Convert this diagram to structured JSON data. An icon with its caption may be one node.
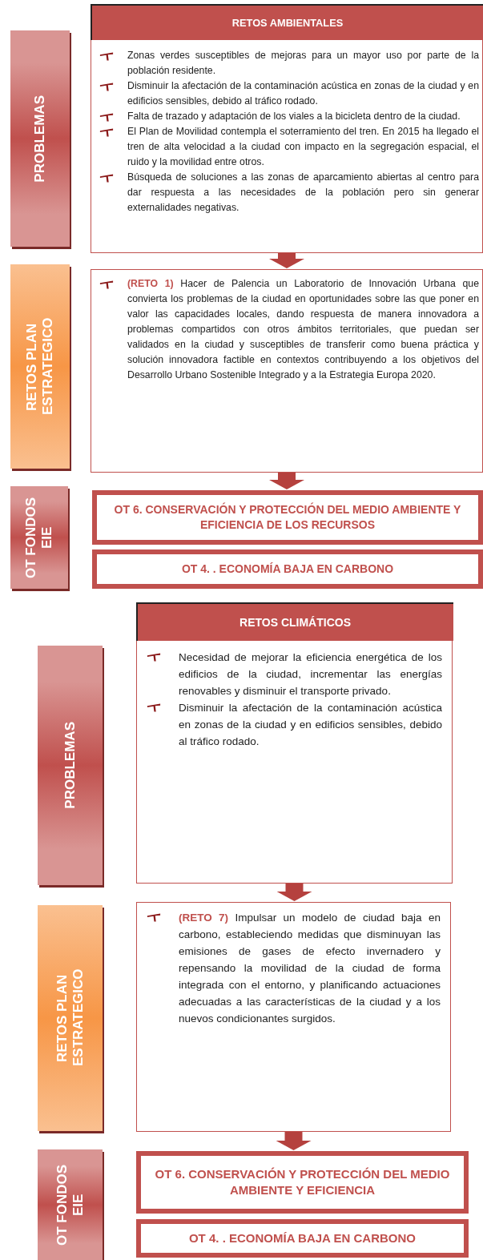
{
  "diagram": {
    "nodes": [
      {
        "text": [
          "PROBLEMAS"
        ]
      },
      {
        "text": [
          "RETOS AMBIENTALES",
          "Zonas verdes susceptibles de mejoras para un mayor uso por parte de la población residente.",
          "Disminuir la afectación de la contaminación acústica en zonas de la ciudad y en edificios sensibles, debido al tráfico rodado.",
          "Falta de trazado y adaptación de los viales a la bicicleta dentro de la ciudad.",
          "El Plan de Movilidad contempla el soterramiento del tren. En 2015 ha llegado el tren de alta velocidad a la ciudad con impacto en la segregación espacial, el ruido y la movilidad entre otros.",
          "Búsqueda de soluciones a las zonas de aparcamiento abiertas al centro para dar respuesta a las necesidades de la población pero sin generar externalidades negativas."
        ]
      },
      {
        "text": [
          "RETOS PLAN ESTRATEGICO"
        ]
      },
      {
        "text": [
          "**(RETO 1)** Hacer de Palencia un Laboratorio de Innovación Urbana que convierta los problemas de la ciudad en oportunidades sobre las que poner en valor las capacidades locales, dando respuesta de manera innovadora a problemas compartidos con otros ámbitos territoriales, que puedan ser validados en la ciudad y susceptibles de transferir como buena práctica y solución innovadora factible en contextos contribuyendo a los objetivos del Desarrollo Urbano Sostenible Integrado y a la Estrategia Europa 2020."
        ]
      },
      {
        "text": [
          "OT FONDOS EIE"
        ]
      },
      {
        "text": [
          "OT 6. CONSERVACIÓN Y PROTECCIÓN DEL MEDIO AMBIENTE Y EFICIENCIA DE LOS RECURSOS"
        ]
      },
      {
        "text": [
          "OT 4. . ECONOMÍA BAJA EN CARBONO"
        ]
      },
      {
        "text": [
          "PROBLEMAS"
        ]
      },
      {
        "text": [
          "RETOS CLIMÁTICOS",
          "Necesidad de mejorar la eficiencia energética de los edificios de la ciudad, incrementar las energías renovables y disminuir el transporte privado.",
          "Disminuir la afectación de la contaminación acústica en zonas de la ciudad y en edificios sensibles, debido al tráfico rodado."
        ]
      },
      {
        "text": [
          "RETOS PLAN ESTRATEGICO"
        ]
      },
      {
        "text": [
          "**(RETO 7)** Impulsar un modelo de ciudad baja en carbono, estableciendo medidas que disminuyan las emisiones de gases de efecto invernadero y repensando la movilidad de la ciudad de forma integrada con el entorno, y planificando actuaciones adecuadas a las características de la ciudad y a los nuevos condicionantes surgidos."
        ]
      },
      {
        "text": [
          "OT FONDOS EIE"
        ]
      },
      {
        "text": [
          "OT 6. CONSERVACIÓN Y PROTECCIÓN DEL MEDIO AMBIENTE Y EFICIENCIA"
        ]
      },
      {
        "text": [
          "OT 4. . ECONOMÍA BAJA EN CARBONO"
        ]
      }
    ],
    "edges": [
      {
        "from": 1,
        "to": 3,
        "arrow": "to"
      },
      {
        "from": 3,
        "to": 5,
        "arrow": "to"
      },
      {
        "from": 8,
        "to": 10,
        "arrow": "to"
      },
      {
        "from": 10,
        "to": 12,
        "arrow": "to"
      }
    ]
  }
}
